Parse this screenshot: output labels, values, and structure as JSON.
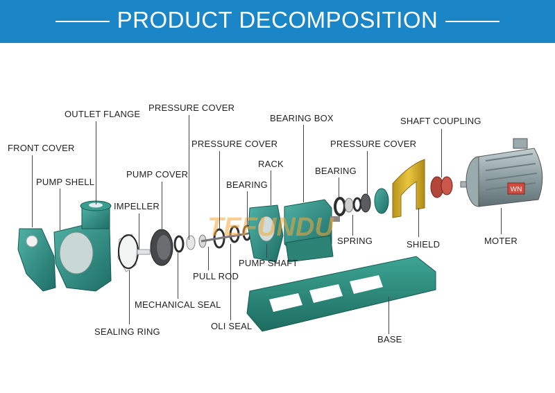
{
  "banner": {
    "title": "PRODUCT DECOMPOSITION"
  },
  "watermark": "TEFUNDU",
  "labels": {
    "front_cover": "FRONT COVER",
    "outlet_flange": "OUTLET FLANGE",
    "pump_shell": "PUMP SHELL",
    "pressure_cover_1": "PRESSURE COVER",
    "pressure_cover_2": "PRESSURE COVER",
    "pressure_cover_3": "PRESSURE COVER",
    "pump_cover": "PUMP COVER",
    "impeller": "IMPELLER",
    "bearing_box": "BEARING BOX",
    "rack": "RACK",
    "bearing_1": "BEARING",
    "bearing_2": "BEARING",
    "shaft_coupling": "SHAFT COUPLING",
    "pull_rod": "PULL ROD",
    "mechanical_seal": "MECHANICAL SEAL",
    "sealing_ring": "SEALING RING",
    "oli_seal": "OLI SEAL",
    "pump_shaft": "PUMP SHAFT",
    "spring": "SPRING",
    "shield": "SHIELD",
    "moter": "MOTER",
    "base": "BASE",
    "motor_badge": "WN"
  },
  "colors": {
    "banner": "#1a86c8",
    "pump_body": "#2f8f84",
    "shield": "#d9b32a",
    "coupling": "#b2463a",
    "motor": "#8fa0a3",
    "base": "#2a8c7c"
  }
}
